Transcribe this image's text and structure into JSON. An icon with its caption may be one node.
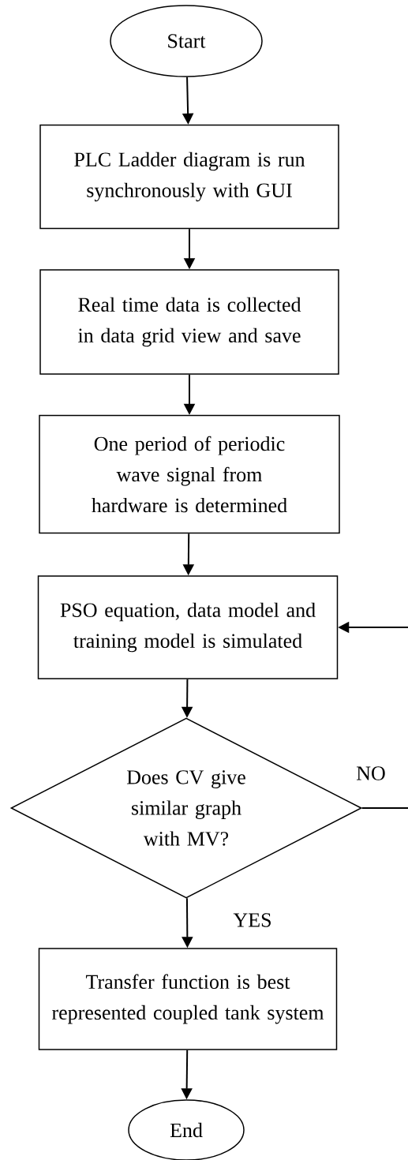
{
  "diagram": {
    "nodes": [
      {
        "text": [
          "Start"
        ]
      },
      {
        "text": [
          "PLC Ladder diagram is run synchronously with GUI"
        ]
      },
      {
        "text": [
          "Real time data is collected in data grid view and save"
        ]
      },
      {
        "text": [
          "One period of periodic wave signal from hardware is determined"
        ]
      },
      {
        "text": [
          "PSO equation, data model and training model is simulated"
        ]
      },
      {
        "text": [
          "Does CV give similar graph with MV?"
        ]
      },
      {
        "text": [
          "Transfer function is best represented coupled tank system"
        ]
      },
      {
        "text": [
          "End"
        ]
      }
    ],
    "edges": [
      {
        "from": 0,
        "to": 1,
        "arrow": "to"
      },
      {
        "from": 1,
        "to": 2,
        "arrow": "to"
      },
      {
        "from": 2,
        "to": 3,
        "arrow": "to"
      },
      {
        "from": 3,
        "to": 4,
        "arrow": "to"
      },
      {
        "from": 4,
        "to": 5,
        "arrow": "to"
      },
      {
        "from": 5,
        "to": 6,
        "arrow": "to",
        "label": "YES"
      },
      {
        "from": 6,
        "to": 7,
        "arrow": "to"
      },
      {
        "from": 5,
        "to": 4,
        "arrow": "to",
        "label": "NO"
      }
    ]
  }
}
